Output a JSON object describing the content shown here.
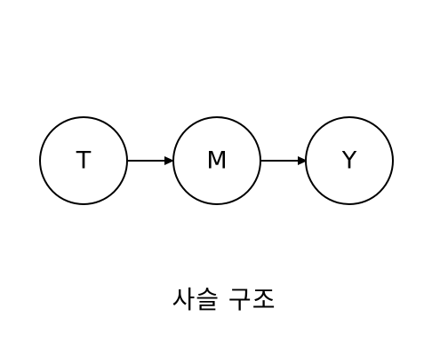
{
  "diagram": {
    "nodes": [
      {
        "id": "T",
        "label": "T"
      },
      {
        "id": "M",
        "label": "M"
      },
      {
        "id": "Y",
        "label": "Y"
      }
    ],
    "edges": [
      {
        "from": "T",
        "to": "M"
      },
      {
        "from": "M",
        "to": "Y"
      }
    ],
    "caption": "사슬 구조",
    "colors": {
      "stroke": "#000000",
      "background": "#ffffff"
    }
  }
}
